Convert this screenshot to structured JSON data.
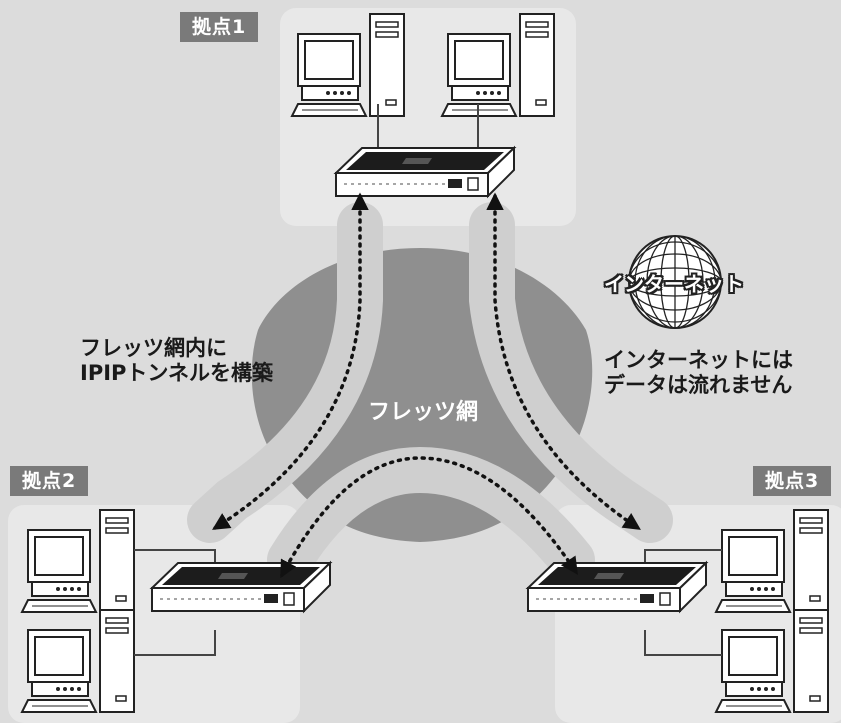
{
  "sites": {
    "site1": "拠点1",
    "site2": "拠点2",
    "site3": "拠点3"
  },
  "network": {
    "flets_label": "フレッツ網",
    "internet_label": "インターネット"
  },
  "notes": {
    "tunnel_line1": "フレッツ網内に",
    "tunnel_line2": "IPIPトンネルを構築",
    "internet_line1": "インターネットには",
    "internet_line2": "データは流れません"
  },
  "colors": {
    "background": "#dcdcdc",
    "site_panel": "#e8e8e8",
    "flets_blob": "#8f8f8f",
    "path_band": "#cfcfcf",
    "label_bg": "#7a7a7a"
  }
}
